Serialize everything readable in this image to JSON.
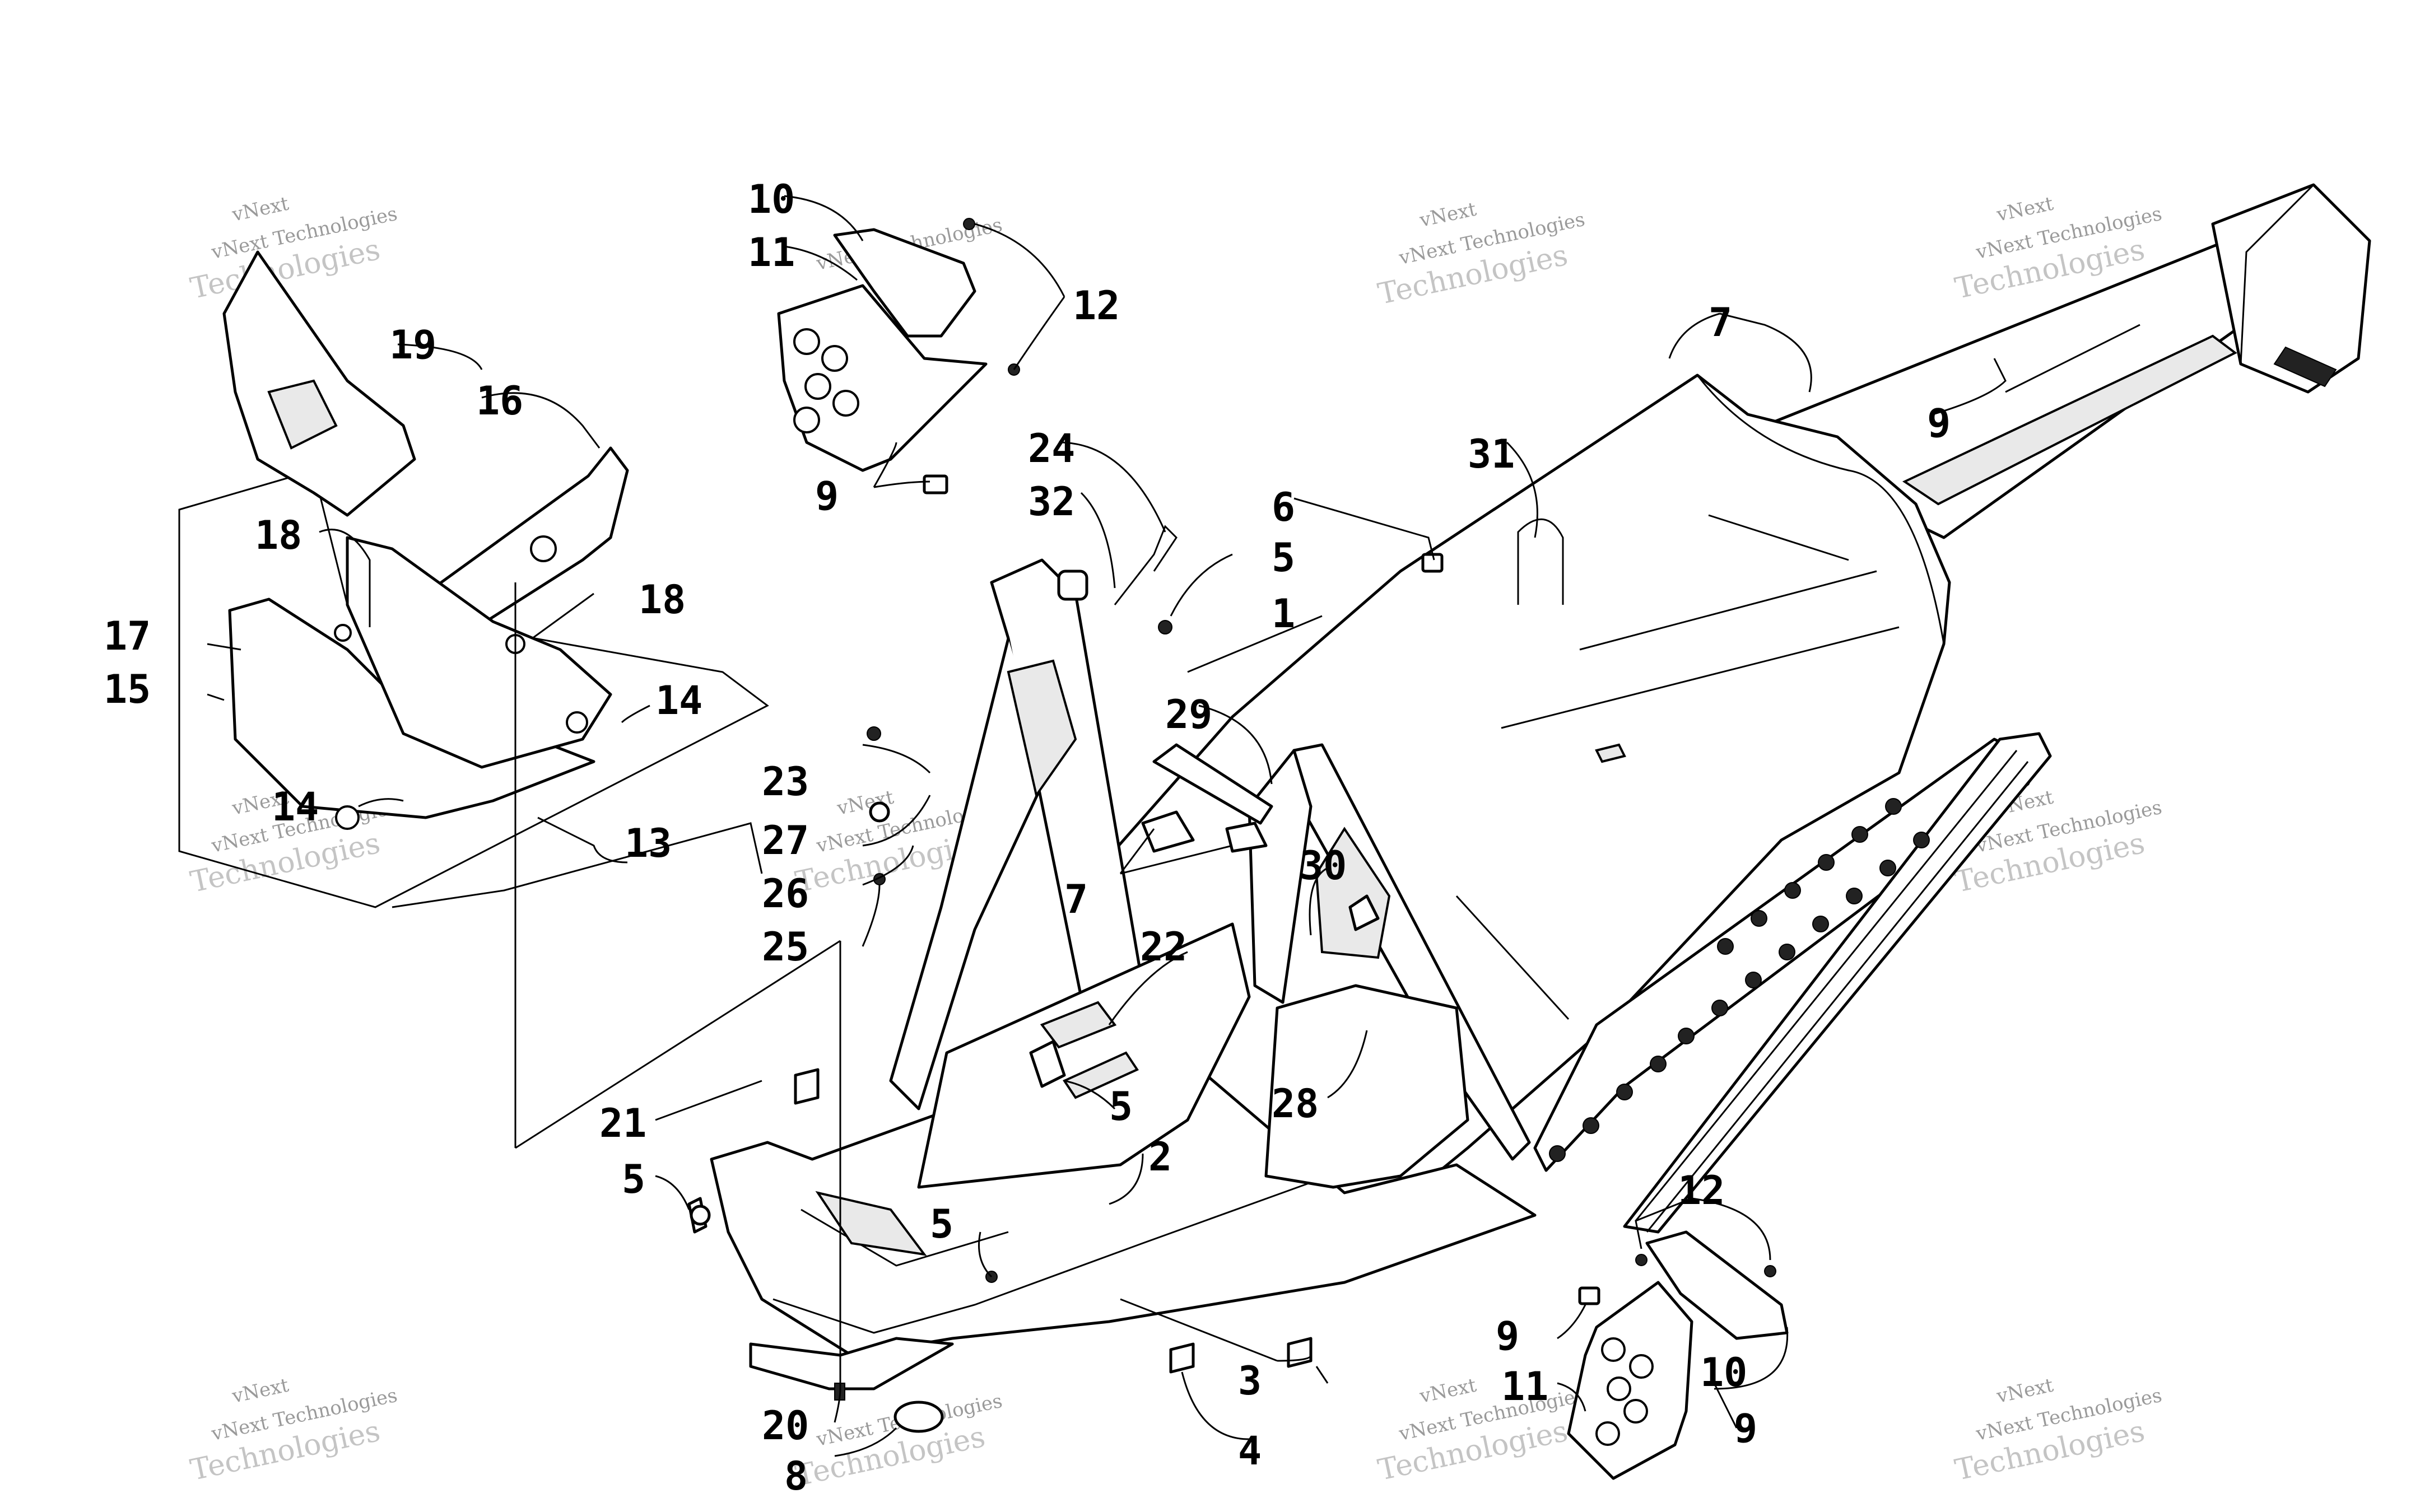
{
  "watermark": {
    "line1": "vNext",
    "line2": "vNext Technologies",
    "line3": "Technologies"
  },
  "callouts": {
    "c1": "1",
    "c2": "2",
    "c3": "3",
    "c4": "4",
    "c5a": "5",
    "c5b": "5",
    "c5c": "5",
    "c5d": "5",
    "c6": "6",
    "c7a": "7",
    "c7b": "7",
    "c8": "8",
    "c9a": "9",
    "c9b": "9",
    "c9c": "9",
    "c9d": "9",
    "c10a": "10",
    "c10b": "10",
    "c11a": "11",
    "c11b": "11",
    "c12a": "12",
    "c12b": "12",
    "c13": "13",
    "c14a": "14",
    "c14b": "14",
    "c15": "15",
    "c16": "16",
    "c17": "17",
    "c18a": "18",
    "c18b": "18",
    "c19": "19",
    "c20": "20",
    "c21": "21",
    "c22": "22",
    "c23": "23",
    "c24": "24",
    "c25": "25",
    "c26": "26",
    "c27": "27",
    "c28": "28",
    "c29": "29",
    "c30": "30",
    "c31": "31",
    "c32": "32"
  }
}
